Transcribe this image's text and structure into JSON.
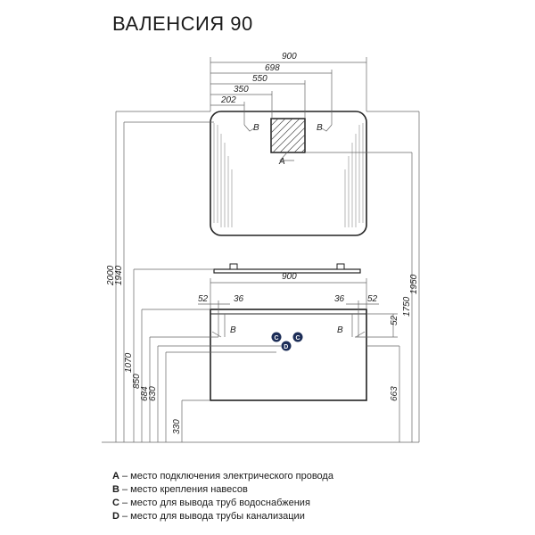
{
  "title": "ВАЛЕНСИЯ 90",
  "mirror_dims": {
    "w900": "900",
    "w698": "698",
    "w550": "550",
    "w350": "350",
    "w202": "202"
  },
  "cabinet_dims": {
    "w900": "900",
    "left52": "52",
    "left36": "36",
    "right36": "36",
    "right52": "52",
    "right_side52": "52"
  },
  "vertical_dims": {
    "h2000": "2000",
    "h1940": "1940",
    "h1070": "1070",
    "h850": "850",
    "h684": "684",
    "h630": "630",
    "h330": "330",
    "h1750": "1750",
    "h1950": "1950",
    "h663": "663"
  },
  "markers": {
    "a": "A",
    "b": "B",
    "c": "C",
    "d": "D"
  },
  "legend": [
    {
      "key": "A",
      "text": " – место подключения электрического провода"
    },
    {
      "key": "B",
      "text": " – место крепления навесов"
    },
    {
      "key": "C",
      "text": " – место для вывода труб водоснабжения"
    },
    {
      "key": "D",
      "text": " – место для вывода трубы канализации"
    }
  ],
  "colors": {
    "lines": "#666666",
    "outline": "#222222",
    "marker_fill": "#1c2d57"
  }
}
